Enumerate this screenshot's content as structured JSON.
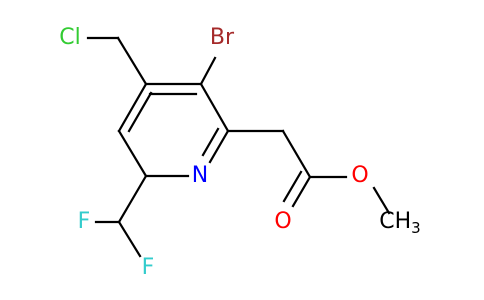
{
  "molecule": {
    "atoms": {
      "cl": "Cl",
      "br": "Br",
      "n": "N",
      "o_carbonyl": "O",
      "o_ester": "O",
      "f_top": "F",
      "f_bottom": "F",
      "ch3_c": "CH",
      "ch3_sub": "3"
    },
    "colors": {
      "cl": "#33cc33",
      "br": "#a52a2a",
      "n": "#0000ff",
      "o": "#ff0000",
      "f": "#33cccc",
      "c": "#000000"
    }
  }
}
